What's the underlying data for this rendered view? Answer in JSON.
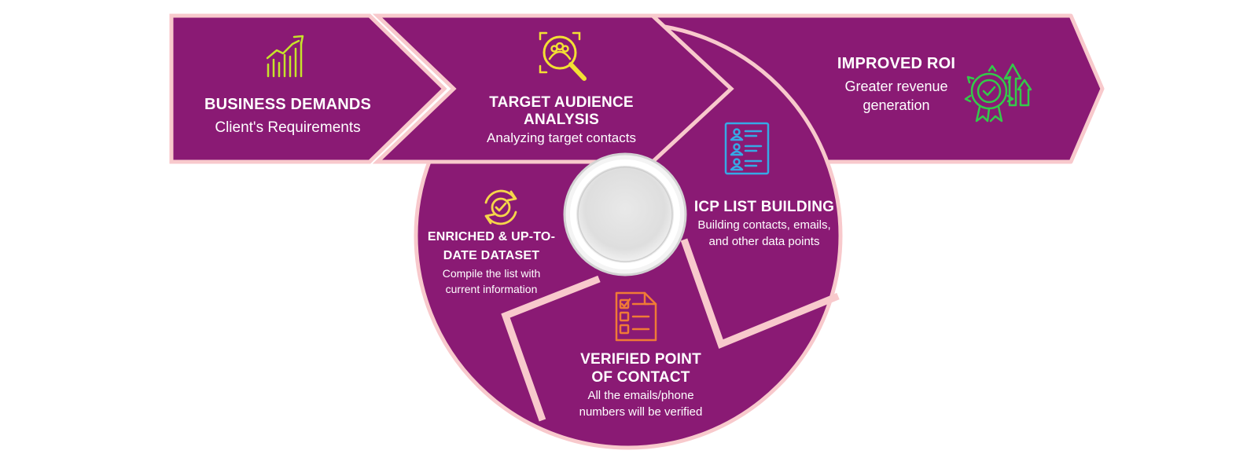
{
  "colors": {
    "segment_fill": "#8a1a74",
    "segment_border": "#f8c9cc",
    "hub_fill": "#e6e6e6",
    "icon_chart": "#c6e32a",
    "icon_audience": "#f3e033",
    "icon_list": "#36a9e6",
    "icon_roi": "#34c94a",
    "icon_checklist": "#f07a36",
    "icon_refresh": "#f6d64a"
  },
  "steps": {
    "business_demands": {
      "title": "BUSINESS DEMANDS",
      "subtitle": "Client's Requirements",
      "icon": "bar-chart-growth-icon"
    },
    "target_audience": {
      "title_line1": "TARGET AUDIENCE",
      "title_line2": "ANALYSIS",
      "subtitle": "Analyzing target contacts",
      "icon": "audience-magnifier-icon"
    },
    "improved_roi": {
      "title": "IMPROVED ROI",
      "subtitle_line1": "Greater revenue",
      "subtitle_line2": "generation",
      "icon": "gear-check-growth-icon"
    },
    "icp_list": {
      "title": "ICP LIST BUILDING",
      "subtitle_line1": "Building contacts, emails,",
      "subtitle_line2": "and other data points",
      "icon": "contact-list-icon"
    },
    "verified_contact": {
      "title_line1": "VERIFIED POINT",
      "title_line2": "OF CONTACT",
      "subtitle_line1": "All the emails/phone",
      "subtitle_line2": "numbers will be verified",
      "icon": "checklist-document-icon"
    },
    "enriched_dataset": {
      "title_line1": "ENRICHED & UP-TO-",
      "title_line2": "DATE DATASET",
      "subtitle_line1": "Compile the list with",
      "subtitle_line2": "current information",
      "icon": "refresh-check-icon"
    }
  }
}
